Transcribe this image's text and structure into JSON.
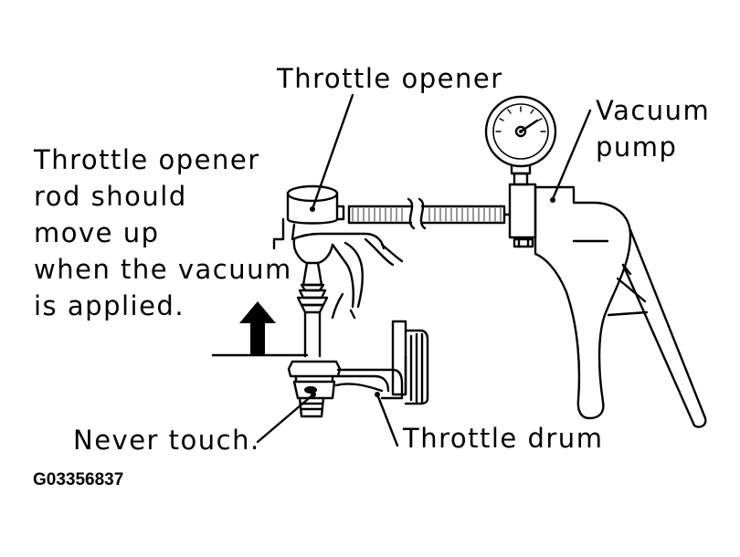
{
  "labels": {
    "throttle_opener": "Throttle opener",
    "vacuum_pump_line1": "Vacuum",
    "vacuum_pump_line2": "pump",
    "instruction_line1": "Throttle opener",
    "instruction_line2": "rod should",
    "instruction_line3": "move up",
    "instruction_line4": "when the vacuum",
    "instruction_line5": "is applied.",
    "never_touch": "Never touch.",
    "throttle_drum": "Throttle drum"
  },
  "figure_code": "G03356837",
  "colors": {
    "ink": "#000000",
    "background": "#ffffff"
  }
}
